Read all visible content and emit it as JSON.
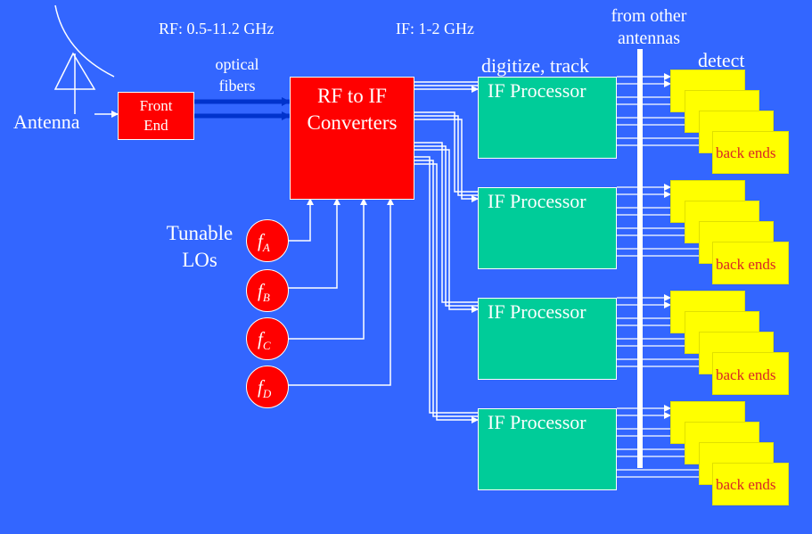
{
  "labels": {
    "rf_range": "RF:  0.5-11.2 GHz",
    "if_range": "IF:  1-2 GHz",
    "optical_fibers": [
      "optical",
      "fibers"
    ],
    "antenna": "Antenna",
    "front_end": [
      "Front",
      "End"
    ],
    "rf_to_if": [
      "RF to IF",
      "Converters"
    ],
    "digitize_track": "digitize, track",
    "from_other_antennas": [
      "from other",
      "antennas"
    ],
    "detect": "detect",
    "tunable_los": [
      "Tunable",
      "LOs"
    ]
  },
  "if_processors": [
    {
      "label": "IF Processor"
    },
    {
      "label": "IF Processor"
    },
    {
      "label": "IF Processor"
    },
    {
      "label": "IF Processor"
    }
  ],
  "back_ends": [
    {
      "label": "back ends"
    },
    {
      "label": "back ends"
    },
    {
      "label": "back ends"
    },
    {
      "label": "back ends"
    }
  ],
  "local_oscillators": [
    {
      "symbol": "f",
      "subscript": "A"
    },
    {
      "symbol": "f",
      "subscript": "B"
    },
    {
      "symbol": "f",
      "subscript": "C"
    },
    {
      "symbol": "f",
      "subscript": "D"
    }
  ],
  "colors": {
    "background": "#3366ff",
    "red": "#ff0000",
    "green": "#00cc99",
    "yellow": "#ffff00",
    "back_end_text": "#d92626",
    "fiber": "#0033cc",
    "wire": "#ffffff"
  }
}
